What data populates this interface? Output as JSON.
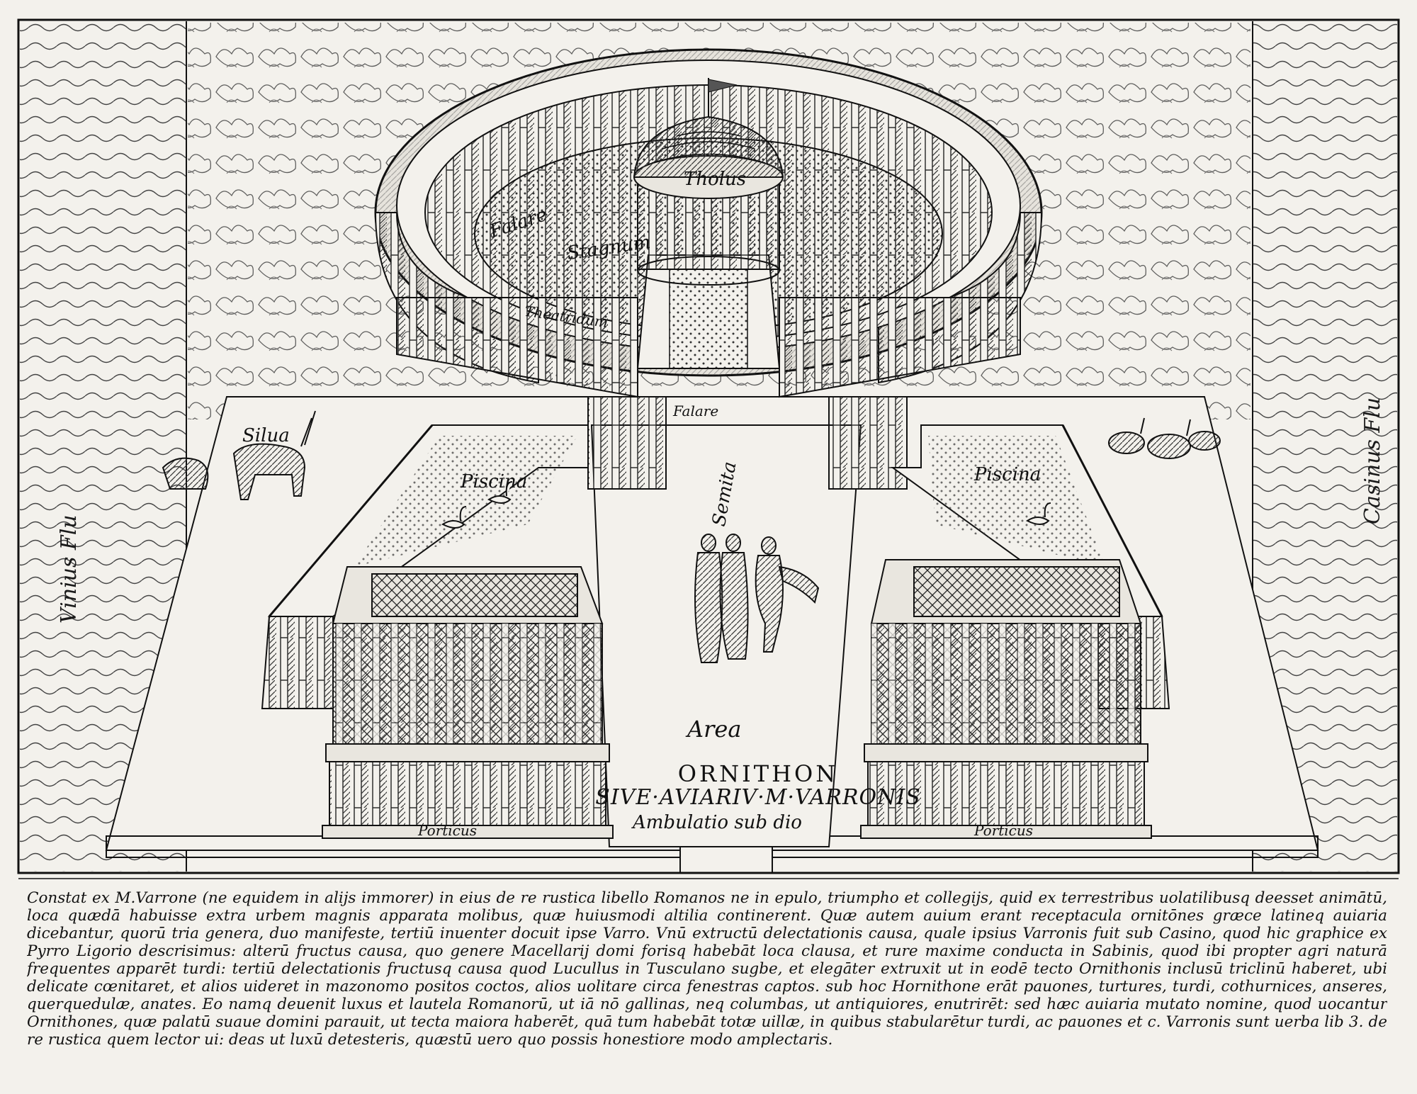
{
  "labels": {
    "tholus": "Tholus",
    "falare_top": "Falare",
    "stagnum": "Stagnum",
    "theatridium": "Theatridum",
    "falare_bottom": "Falare",
    "silua": "Silua",
    "piscina_left": "Piscina",
    "piscina_right": "Piscina",
    "semita": "Semita",
    "area": "Area",
    "porticus_left": "Porticus",
    "porticus_right": "Porticus",
    "ambulatio": "Ambulatio sub dio",
    "river_left": "Vinius Flu",
    "river_right": "Casinus Flu"
  },
  "title": {
    "line1": "ORNITHON",
    "line2": "SIVE·AVIARIV·M·VARRONIS"
  },
  "caption": "Constat ex M.Varrone (ne equidem in alijs immorer) in eius de re rustica libello Romanos ne in epulo, triumpho et collegijs, quid ex terrestribus uolatilibusq deesset animātū, loca quædā habuisse extra urbem magnis apparata molibus, quæ huiusmodi altilia continerent. Quæ autem auium erant receptacula ornitōnes græce latineq auiaria dicebantur, quorū tria genera, duo manifeste, tertiū inuenter docuit ipse Varro. Vnū extructū delectationis causa, quale ipsius Varronis fuit sub Casino, quod hic graphice ex Pyrro Ligorio descrisimus: alterū fructus causa, quo genere Macellarij domi forisq habebāt loca clausa, et rure maxime conducta in Sabinis, quod ibi propter agri naturā frequentes apparēt turdi: tertiū delectationis fructusq causa quod Lucullus in Tusculano sugbe, et elegāter extruxit ut in eodē tecto Ornithonis inclusū triclinū haberet, ubi delicate cœnitaret, et alios uideret in mazonomo positos coctos, alios uolitare circa fenestras captos. sub hoc Hornithone erāt pauones, turtures, turdi, cothurnices, anseres, querquedulæ, anates. Eo namq deuenit luxus et lautela Romanorū, ut iā nō gallinas, neq columbas, ut antiquiores, enutrirēt: sed hæc auiaria mutato nomine, quod uocantur Ornithones, quæ palatū suaue domini parauit, ut tecta maiora haberēt, quā tum habebāt totæ uillæ, in quibus stabularētur turdi, ac pauones et c. Varronis sunt uerba lib 3. de re rustica quem lector ui: deas ut luxū detesteris, quæstū uero quo possis honestiore modo amplectaris."
}
